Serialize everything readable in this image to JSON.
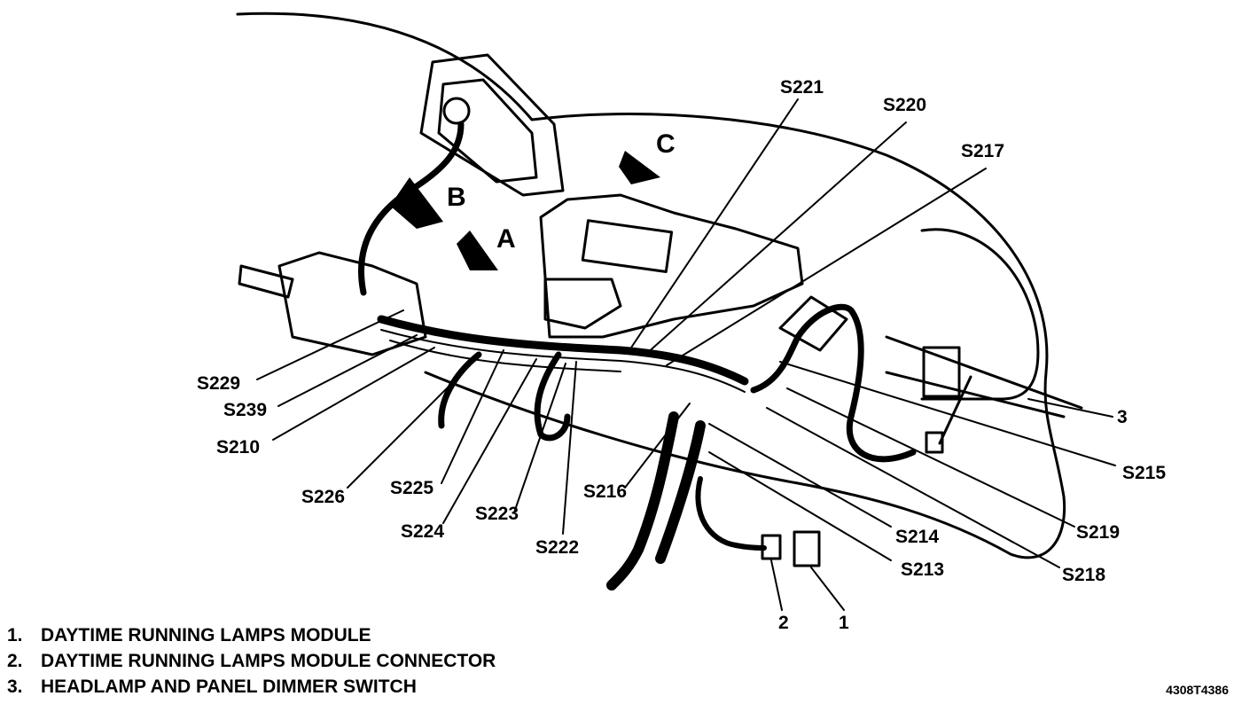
{
  "labels": {
    "S221": "S221",
    "S220": "S220",
    "S217": "S217",
    "S229": "S229",
    "S239": "S239",
    "S210": "S210",
    "S226": "S226",
    "S225": "S225",
    "S224": "S224",
    "S223": "S223",
    "S222": "S222",
    "S216": "S216",
    "S215": "S215",
    "S214": "S214",
    "S213": "S213",
    "S219": "S219",
    "S218": "S218"
  },
  "view_arrows": {
    "a": "A",
    "b": "B",
    "c": "C"
  },
  "callouts": {
    "one": "1",
    "two": "2",
    "three": "3"
  },
  "legend": [
    {
      "num": "1.",
      "text": "DAYTIME RUNNING LAMPS MODULE"
    },
    {
      "num": "2.",
      "text": "DAYTIME RUNNING LAMPS MODULE CONNECTOR"
    },
    {
      "num": "3.",
      "text": "HEADLAMP AND PANEL DIMMER SWITCH"
    }
  ],
  "figure_id": "4308T4386"
}
